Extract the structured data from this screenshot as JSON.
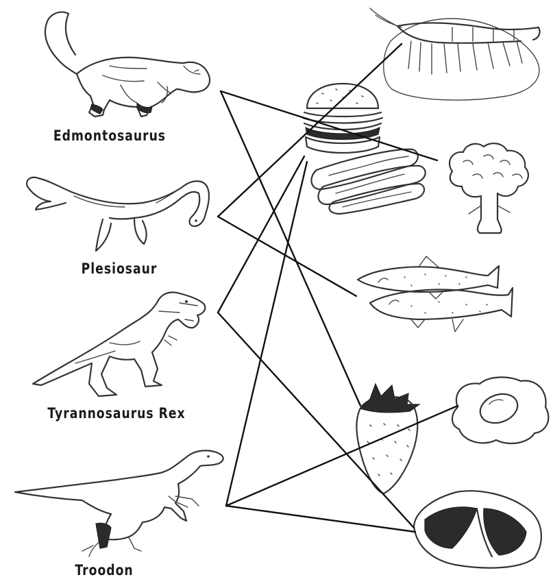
{
  "dinosaurs": [
    {
      "id": "edmontosaurus",
      "label": "Edmontosaurus"
    },
    {
      "id": "plesiosaur",
      "label": "Plesiosaur"
    },
    {
      "id": "tyrannosaurus-rex",
      "label": "Tyrannosaurus Rex"
    },
    {
      "id": "troodon",
      "label": "Troodon"
    }
  ],
  "foods": [
    "shrimp",
    "burger",
    "hot-dogs",
    "broccoli",
    "fish",
    "strawberry",
    "fried-egg",
    "steak"
  ],
  "connections": [
    {
      "from": "edmontosaurus",
      "to": "broccoli"
    },
    {
      "from": "edmontosaurus",
      "to": "strawberry"
    },
    {
      "from": "plesiosaur",
      "to": "shrimp"
    },
    {
      "from": "plesiosaur",
      "to": "fish"
    },
    {
      "from": "tyrannosaurus-rex",
      "to": "burger"
    },
    {
      "from": "tyrannosaurus-rex",
      "to": "steak"
    },
    {
      "from": "troodon",
      "to": "burger"
    },
    {
      "from": "troodon",
      "to": "fried-egg"
    },
    {
      "from": "troodon",
      "to": "steak"
    }
  ]
}
